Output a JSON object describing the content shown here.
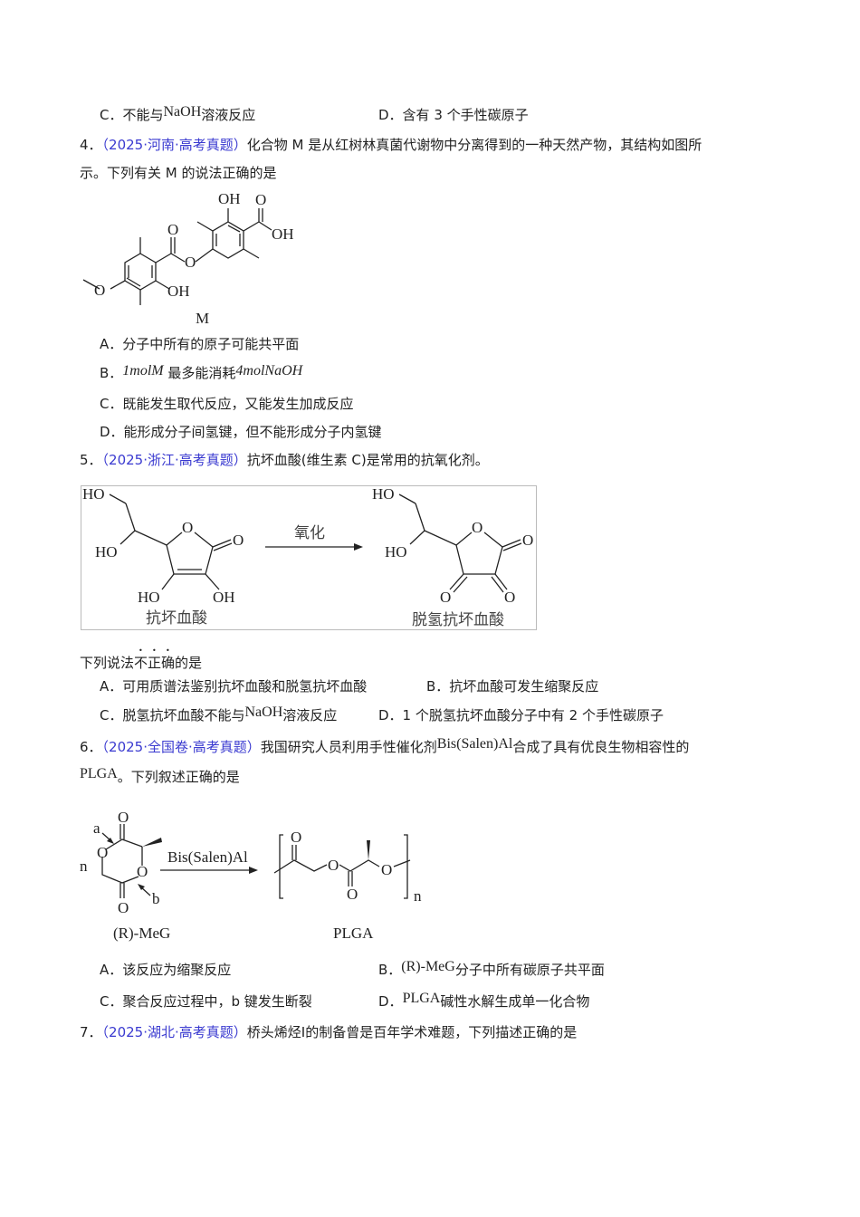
{
  "q3": {
    "optC_pre": "C．不能与",
    "optC_formula": "NaOH",
    "optC_post": "溶液反应",
    "optD": "D．含有 3 个手性碳原子"
  },
  "q4": {
    "num": "4．",
    "source": "（2025·河南·高考真题）",
    "stem1": "化合物 M 是从红树林真菌代谢物中分离得到的一种天然产物，其结构如图所",
    "stem2": "示。下列有关 M 的说法正确的是",
    "figure": {
      "oh1": "OH",
      "o1": "O",
      "oh2": "OH",
      "o2": "O",
      "o3": "O",
      "oh3": "OH",
      "o4": "O",
      "label": "M"
    },
    "optA": "A．分子中所有的原子可能共平面",
    "optB_pre": "B．",
    "optB_f1": "1molM",
    "optB_mid": " 最多能消耗",
    "optB_f2": "4molNaOH",
    "optC": "C．既能发生取代反应，又能发生加成反应",
    "optD": "D．能形成分子间氢键，但不能形成分子内氢键"
  },
  "q5": {
    "num": "5．",
    "source": "（2025·浙江·高考真题）",
    "stem": "抗坏血酸(维生素 C)是常用的抗氧化剂。",
    "figure": {
      "ho": "HO",
      "oh": "OH",
      "o": "O",
      "arrow_label": "氧化",
      "left_name": "抗坏血酸",
      "right_name": "脱氢抗坏血酸"
    },
    "question_pre": "下列说法",
    "question_emph": "不正确",
    "question_post": "的是",
    "optA": "A．可用质谱法鉴别抗坏血酸和脱氢抗坏血酸",
    "optB": "B．抗坏血酸可发生缩聚反应",
    "optC_pre": "C．脱氢抗坏血酸不能与",
    "optC_formula": "NaOH",
    "optC_post": "溶液反应",
    "optD": "D．1 个脱氢抗坏血酸分子中有 2 个手性碳原子"
  },
  "q6": {
    "num": "6．",
    "source": "（2025·全国卷·高考真题）",
    "stem1_pre": "我国研究人员利用手性催化剂",
    "stem1_formula": "Bis(Salen)Al",
    "stem1_post": "合成了具有优良生物相容性的",
    "stem2_formula": "PLGA",
    "stem2_post": "。下列叙述正确的是",
    "figure": {
      "n": "n",
      "a": "a",
      "b": "b",
      "o": "O",
      "catalyst": "Bis(Salen)Al",
      "reactant": "(R)-MeG",
      "product": "PLGA"
    },
    "optA": "A．该反应为缩聚反应",
    "optB_pre": "B．",
    "optB_formula": "(R)-MeG",
    "optB_post": "分子中所有碳原子共平面",
    "optC": "C．聚合反应过程中，b 键发生断裂",
    "optD_pre": "D．",
    "optD_formula": "PLGA",
    "optD_post": "碱性水解生成单一化合物"
  },
  "q7": {
    "num": "7．",
    "source": "（2025·湖北·高考真题）",
    "stem": "桥头烯烃Ⅰ的制备曾是百年学术难题，下列描述正确的是"
  },
  "colors": {
    "source": "#3a3ad0",
    "text": "#222222"
  }
}
